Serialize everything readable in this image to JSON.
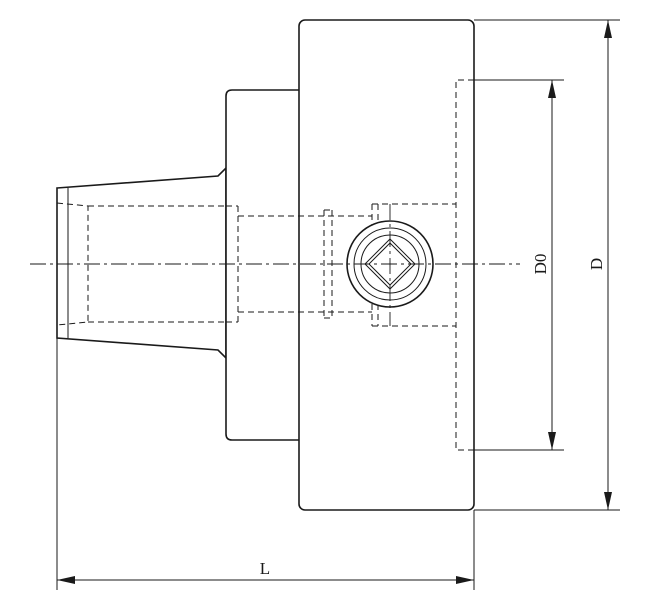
{
  "labels": {
    "overall_length": "L",
    "outer_diameter": "D",
    "inner_diameter": "D0"
  }
}
